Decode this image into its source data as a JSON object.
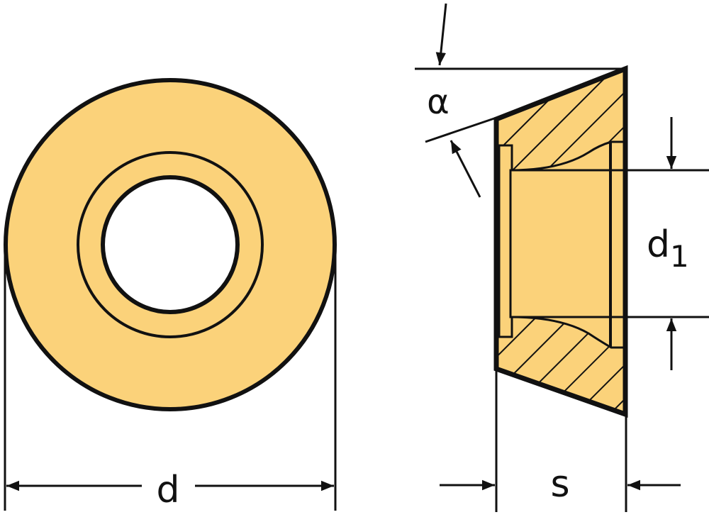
{
  "colors": {
    "insert_fill": "#FBD27A",
    "line": "#111111",
    "background": "#FFFFFF"
  },
  "front_view": {
    "dimension_label": "d"
  },
  "section_view": {
    "angle_label": "α",
    "bore_label_base": "d",
    "bore_label_sub": "1",
    "thickness_label": "s"
  }
}
